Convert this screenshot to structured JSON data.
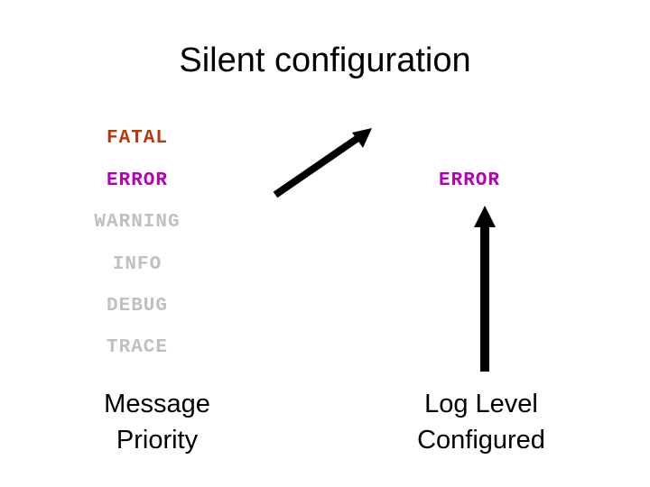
{
  "slide": {
    "title": "Silent configuration",
    "background_color": "#ffffff"
  },
  "priority_column": {
    "caption": "Message\nPriority",
    "caption_line1": "Message",
    "caption_line2": "Priority",
    "levels": [
      {
        "label": "FATAL",
        "color": "#b03a12"
      },
      {
        "label": "ERROR",
        "color": "#b300b3"
      },
      {
        "label": "WARNING",
        "color": "#c0c0c0"
      },
      {
        "label": "INFO",
        "color": "#c0c0c0"
      },
      {
        "label": "DEBUG",
        "color": "#c0c0c0"
      },
      {
        "label": "TRACE",
        "color": "#c0c0c0"
      }
    ]
  },
  "configured_column": {
    "caption_line1": "Log Level",
    "caption_line2": "Configured",
    "levels": [
      {
        "label": "ERROR",
        "color": "#b300b3"
      }
    ]
  },
  "arrows": [
    {
      "name": "diagonal-arrow-up-right",
      "color": "#000000"
    },
    {
      "name": "vertical-arrow-up",
      "color": "#000000"
    }
  ]
}
